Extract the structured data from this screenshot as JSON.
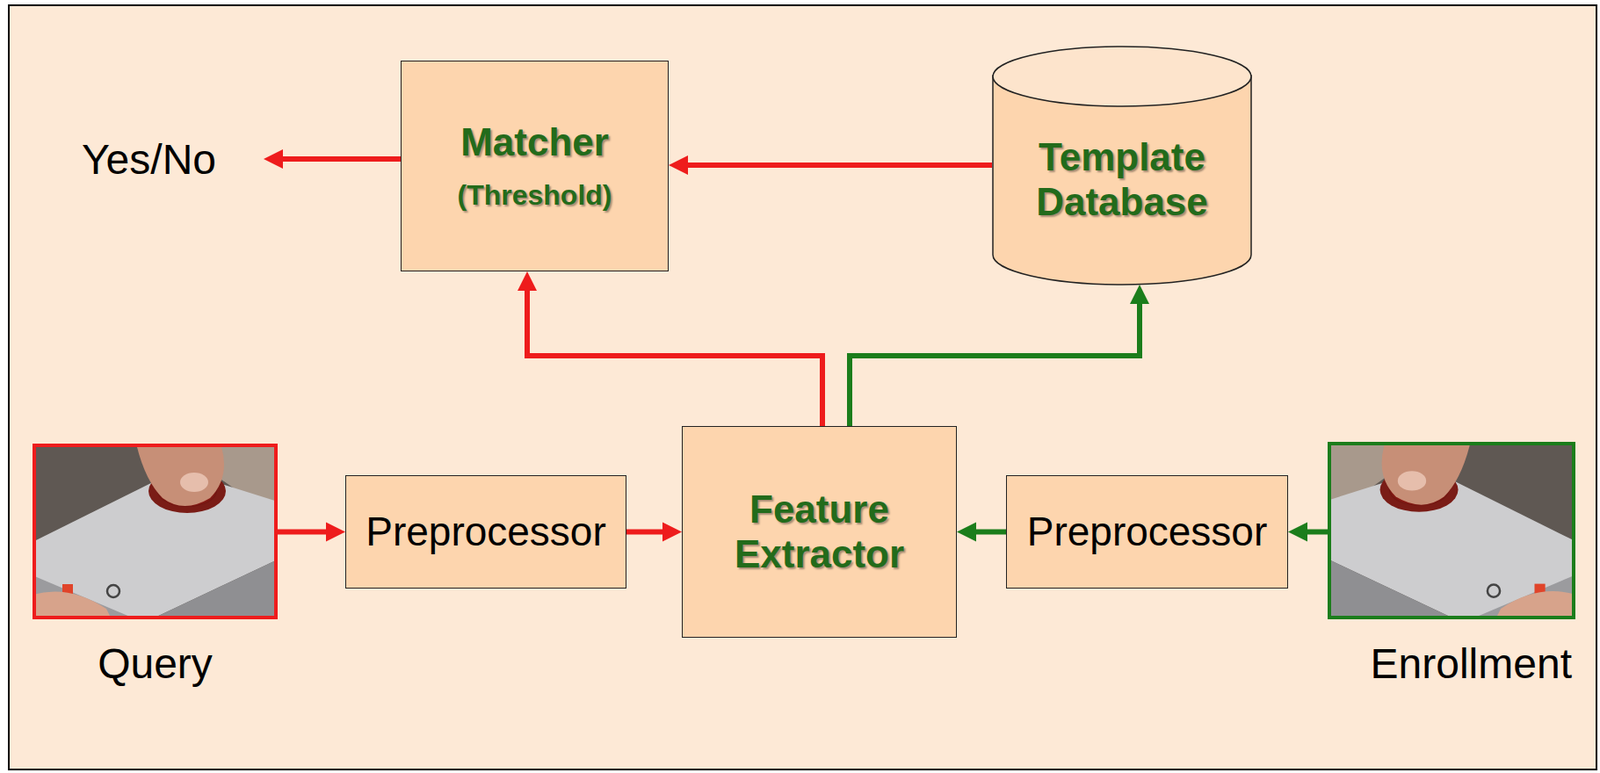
{
  "diagram": {
    "nodes": [
      {
        "text": [
          "Matcher",
          "(Threshold)"
        ]
      },
      {
        "text": [
          "Template Database"
        ]
      },
      {
        "text": [
          "Query"
        ]
      },
      {
        "text": [
          "Preprocessor"
        ]
      },
      {
        "text": [
          "Feature Extractor"
        ]
      },
      {
        "text": [
          "Preprocessor"
        ]
      },
      {
        "text": [
          "Enrollment"
        ]
      }
    ],
    "edges": [
      {
        "from": 2,
        "to": 3,
        "arrow": "to"
      },
      {
        "from": 3,
        "to": 4,
        "arrow": "to"
      },
      {
        "from": 6,
        "to": 5,
        "arrow": "to"
      },
      {
        "from": 5,
        "to": 4,
        "arrow": "to"
      },
      {
        "from": 4,
        "to": 0,
        "arrow": "to"
      },
      {
        "from": 4,
        "to": 1,
        "arrow": "to"
      },
      {
        "from": 1,
        "to": 0,
        "arrow": "to"
      }
    ],
    "labels": [
      "Yes/No"
    ]
  }
}
